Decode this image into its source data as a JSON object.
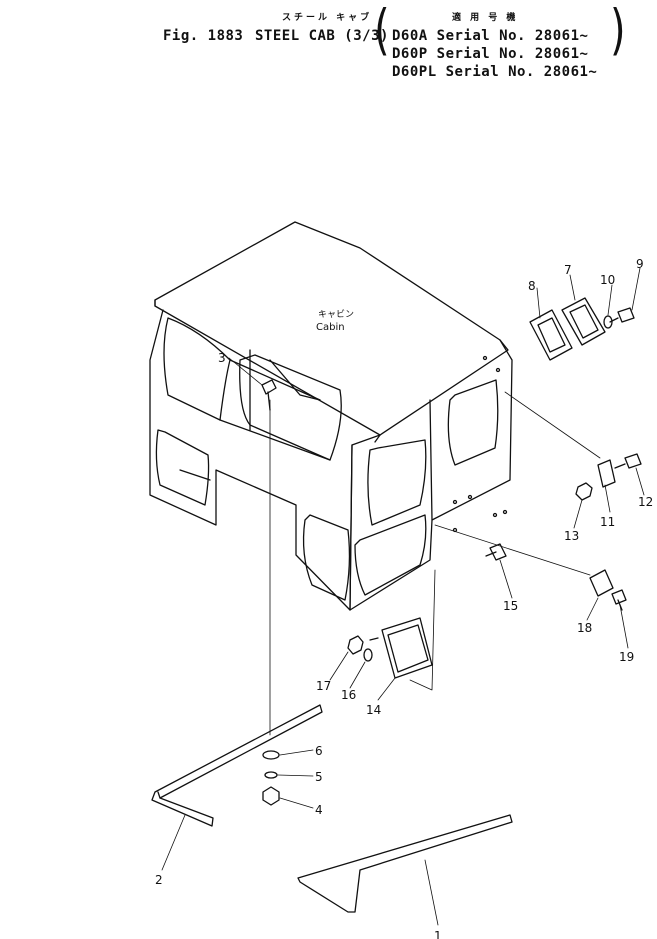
{
  "header": {
    "jp_title": "スチール キャブ",
    "jp_applicable": "適 用 号 機",
    "fig_label": "Fig. 1883",
    "title": "STEEL CAB (3/3)",
    "serials": [
      "D60A  Serial No. 28061~",
      "D60P  Serial No. 28061~",
      "D60PL Serial No. 28061~"
    ]
  },
  "diagram": {
    "cab_label_jp": "キャビン",
    "cab_label": "Cabin",
    "callouts": [
      "1",
      "2",
      "3",
      "4",
      "5",
      "6",
      "7",
      "8",
      "9",
      "10",
      "11",
      "12",
      "13",
      "14",
      "15",
      "16",
      "17",
      "18",
      "19"
    ]
  },
  "colors": {
    "ink": "#111111",
    "paper": "#ffffff"
  }
}
